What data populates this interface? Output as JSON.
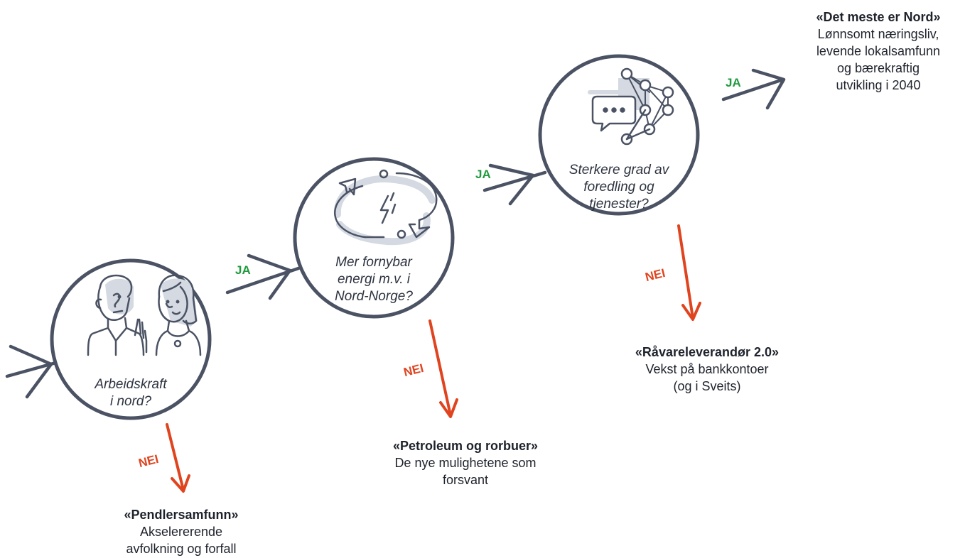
{
  "colors": {
    "stroke": "#4a5263",
    "ja": "#1f9a3e",
    "nei": "#e0441f",
    "shadow": "#d4d9e2"
  },
  "nodes": [
    {
      "question": "Arbeidskraft\ni nord?",
      "icon": "people-icon"
    },
    {
      "question": "Mer fornybar\nenergi m.v. i\nNord-Norge?",
      "icon": "renewable-energy-icon"
    },
    {
      "question": "Sterkere grad av\nforedling og\ntjenester?",
      "icon": "ai-chat-network-icon"
    }
  ],
  "labels": {
    "yes": "JA",
    "no": "NEI"
  },
  "outcomes": [
    {
      "title": "«Pendlersamfunn»",
      "text": "Akselererende\navfolkning og forfall"
    },
    {
      "title": "«Petroleum og rorbuer»",
      "text": "De nye mulighetene som\nforsvant"
    },
    {
      "title": "«Råvareleverandør 2.0»",
      "text": "Vekst på bankkontoer\n(og i Sveits)"
    },
    {
      "title": "«Det meste er Nord»",
      "text": "Lønnsomt næringsliv,\nlevende lokalsamfunn\nog bærekraftig\nutvikling i 2040"
    }
  ]
}
